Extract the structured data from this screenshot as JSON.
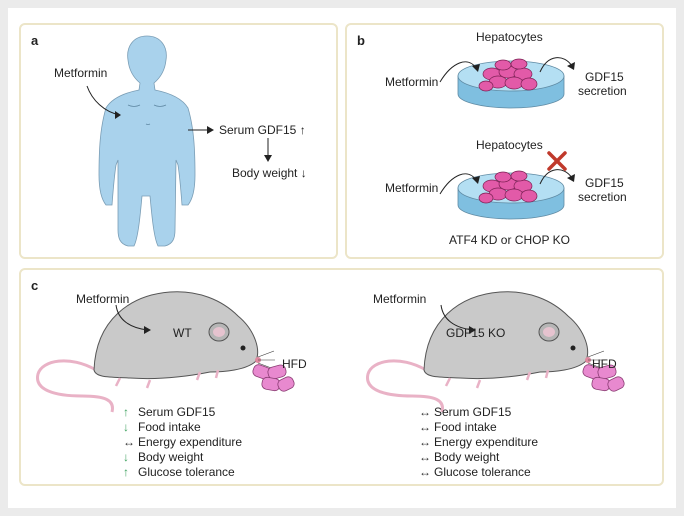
{
  "panel_a": {
    "label": "a",
    "metformin": "Metformin",
    "serum": "Serum GDF15",
    "serum_arrow": "↑",
    "body_weight": "Body weight",
    "body_weight_arrow": "↓"
  },
  "panel_b": {
    "label": "b",
    "top": {
      "hepatocytes": "Hepatocytes",
      "metformin": "Metformin",
      "gdf15": "GDF15",
      "secretion": "secretion"
    },
    "bottom": {
      "hepatocytes": "Hepatocytes",
      "metformin": "Metformin",
      "gdf15": "GDF15",
      "secretion": "secretion",
      "condition": "ATF4 KD or CHOP KO"
    }
  },
  "panel_c": {
    "label": "c",
    "left": {
      "metformin": "Metformin",
      "mouse": "WT",
      "diet": "HFD",
      "outcomes": [
        {
          "symbol": "↑",
          "text": "Serum GDF15",
          "kind": "up"
        },
        {
          "symbol": "↓",
          "text": "Food intake",
          "kind": "down"
        },
        {
          "symbol": "↔",
          "text": "Energy expenditure",
          "kind": "neutral"
        },
        {
          "symbol": "↓",
          "text": "Body weight",
          "kind": "down"
        },
        {
          "symbol": "↑",
          "text": "Glucose tolerance",
          "kind": "up"
        }
      ]
    },
    "right": {
      "metformin": "Metformin",
      "mouse": "GDF15 KO",
      "diet": "HFD",
      "outcomes": [
        {
          "symbol": "↔",
          "text": "Serum GDF15",
          "kind": "neutral"
        },
        {
          "symbol": "↔",
          "text": "Food intake",
          "kind": "neutral"
        },
        {
          "symbol": "↔",
          "text": "Energy expenditure",
          "kind": "neutral"
        },
        {
          "symbol": "↔",
          "text": "Body weight",
          "kind": "neutral"
        },
        {
          "symbol": "↔",
          "text": "Glucose tolerance",
          "kind": "neutral"
        }
      ]
    }
  },
  "colors": {
    "panel_border": "#ece5c8",
    "body_fill": "#a9d2ec",
    "dish_fill": "#9fd0ea",
    "cell_fill": "#e25aa8",
    "mouse_fill": "#c9c9c9",
    "food_fill": "#e889cf",
    "block_x": "#c0392b",
    "up_arrow": "#3fa260"
  }
}
